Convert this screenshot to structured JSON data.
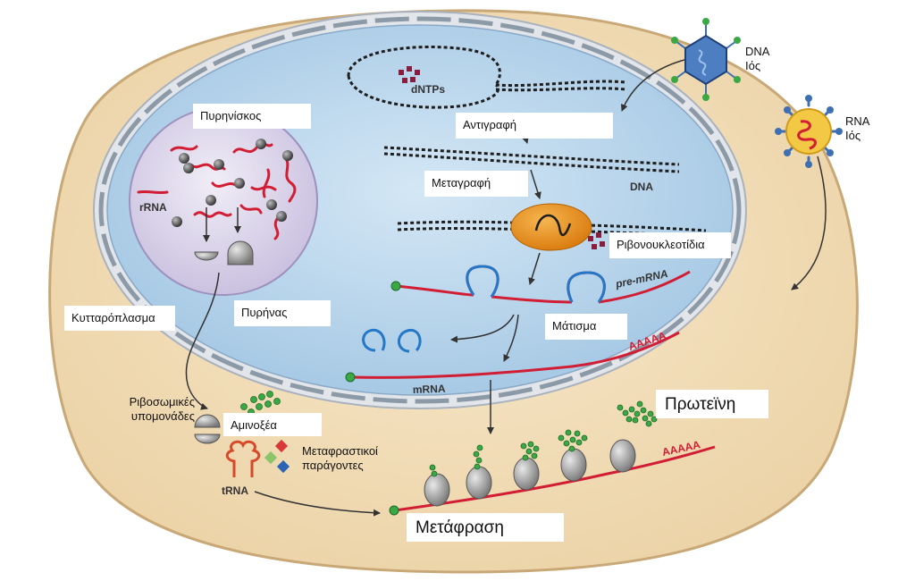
{
  "labels": {
    "nucleolus": "Πυρηνίσκος",
    "replication": "Αντιγραφή",
    "transcription": "Μεταγραφή",
    "ribonucleotides": "Ριβονουκλεοτίδια",
    "cytoplasm": "Κυτταρόπλασμα",
    "nucleus": "Πυρήνας",
    "splicing": "Μάτισμα",
    "ribosomal_subunits": "Ριβοσωμικές υπομονάδες",
    "amino_acids": "Αμινοξέα",
    "translation_factors": "Μεταφραστικοί παράγοντες",
    "protein": "Πρωτεϊνη",
    "translation": "Μετάφραση",
    "dna_virus": "DNA Ιός",
    "rna_virus": "RNA Ιός"
  },
  "image_text": {
    "dntps": "dNTPs",
    "dna": "DNA",
    "rrna": "rRNA",
    "pre_mrna": "pre-mRNA",
    "mrna": "mRNA",
    "polya_1": "AAAAA",
    "polya_2": "AAAAA",
    "trna": "tRNA"
  },
  "colors": {
    "cytoplasm": "#f2ddb8",
    "nucleus": "#b9d6ec",
    "nuclear_envelope": "#d9dde3",
    "nucleolus": "#ddd6ea",
    "rna_red": "#d21e34",
    "dna_dark": "#1e1e1e",
    "polymerase": "#e6901b",
    "amino_acid_green": "#3aa845",
    "loop_blue": "#2577c8",
    "ribosome_gray": "#9a9a9a",
    "virus_blue": "#3e6fb5"
  }
}
